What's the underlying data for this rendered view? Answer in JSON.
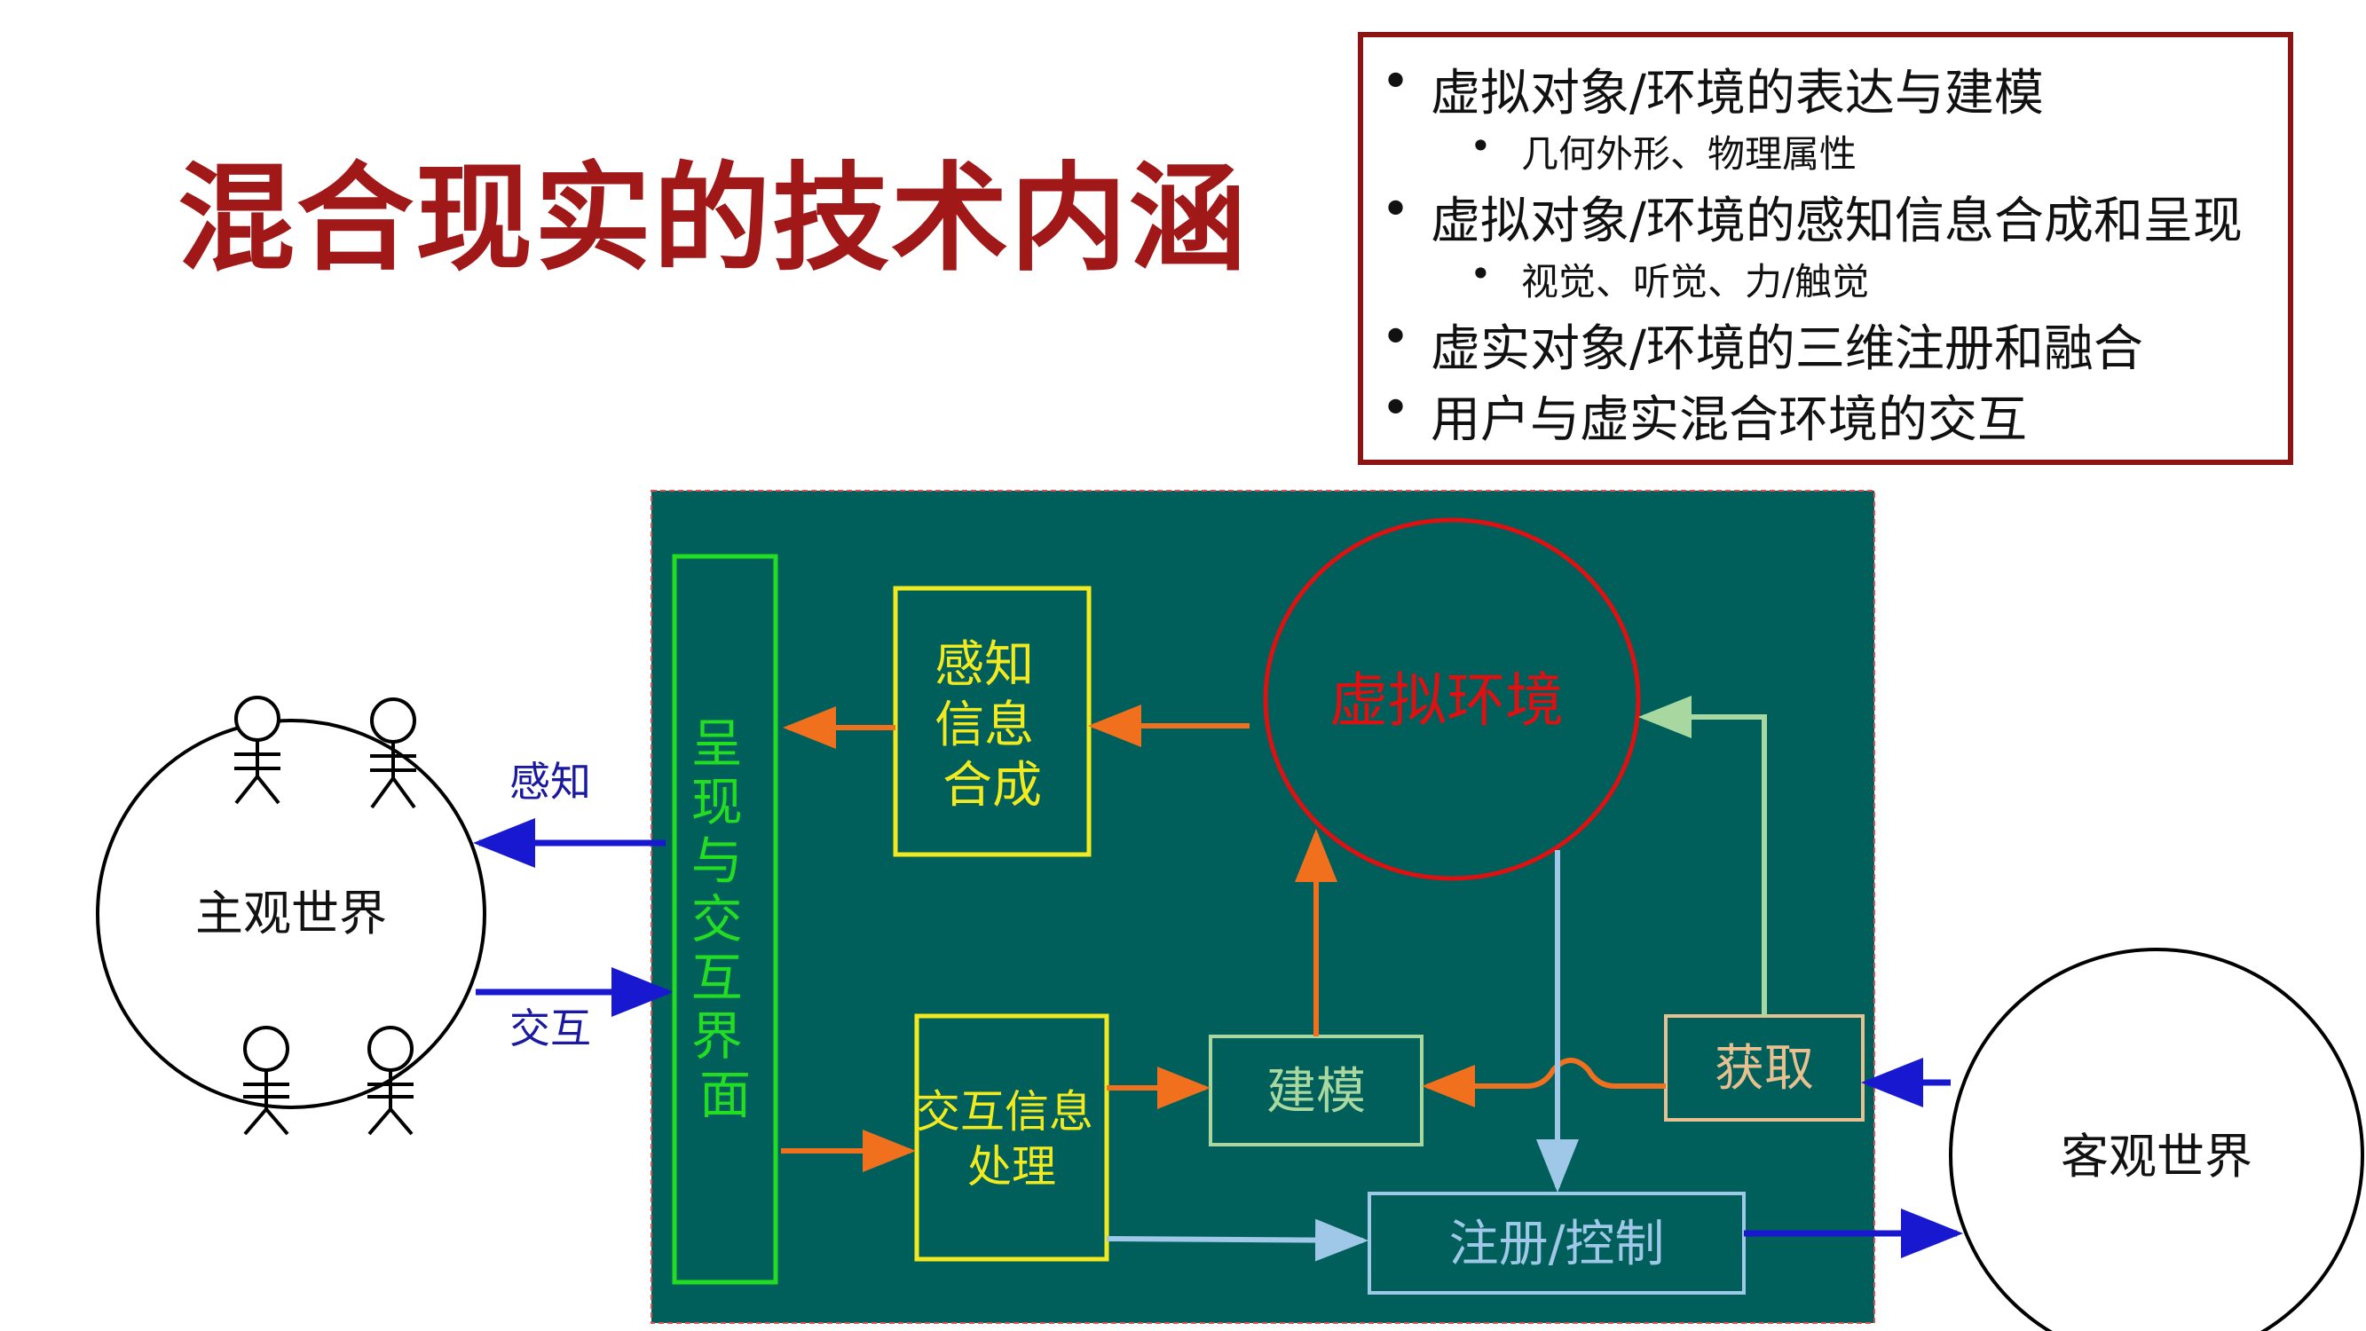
{
  "title": "混合现实的技术内涵",
  "bullets": [
    {
      "text": "虚拟对象/环境的表达与建模",
      "sub": "几何外形、物理属性"
    },
    {
      "text": "虚拟对象/环境的感知信息合成和呈现",
      "sub": "视觉、听觉、力/触觉"
    },
    {
      "text": "虚实对象/环境的三维注册和融合"
    },
    {
      "text": "用户与虚实混合环境的交互"
    }
  ],
  "diagram": {
    "subjective_world": "主观世界",
    "objective_world": "客观世界",
    "label_perception": "感知",
    "label_interaction": "交互",
    "interface_column": "呈现与交互界面",
    "perception_synthesis": [
      "感知",
      "信息",
      "合成"
    ],
    "virtual_environment": "虚拟环境",
    "interaction_processing": [
      "交互信息",
      "处理"
    ],
    "modeling": "建模",
    "acquisition": "获取",
    "registration_control": "注册/控制"
  },
  "colors": {
    "title": "#a01818",
    "box_border": "#8b1414",
    "panel": "#005f5a",
    "interface_green": "#22dd22",
    "yellow": "#f2ea20",
    "red": "#dd1111",
    "orange": "#f0701e",
    "light_green": "#a8d8a0",
    "light_blue": "#9fc8e8",
    "tan": "#e8c090",
    "blue": "#1818d0"
  }
}
